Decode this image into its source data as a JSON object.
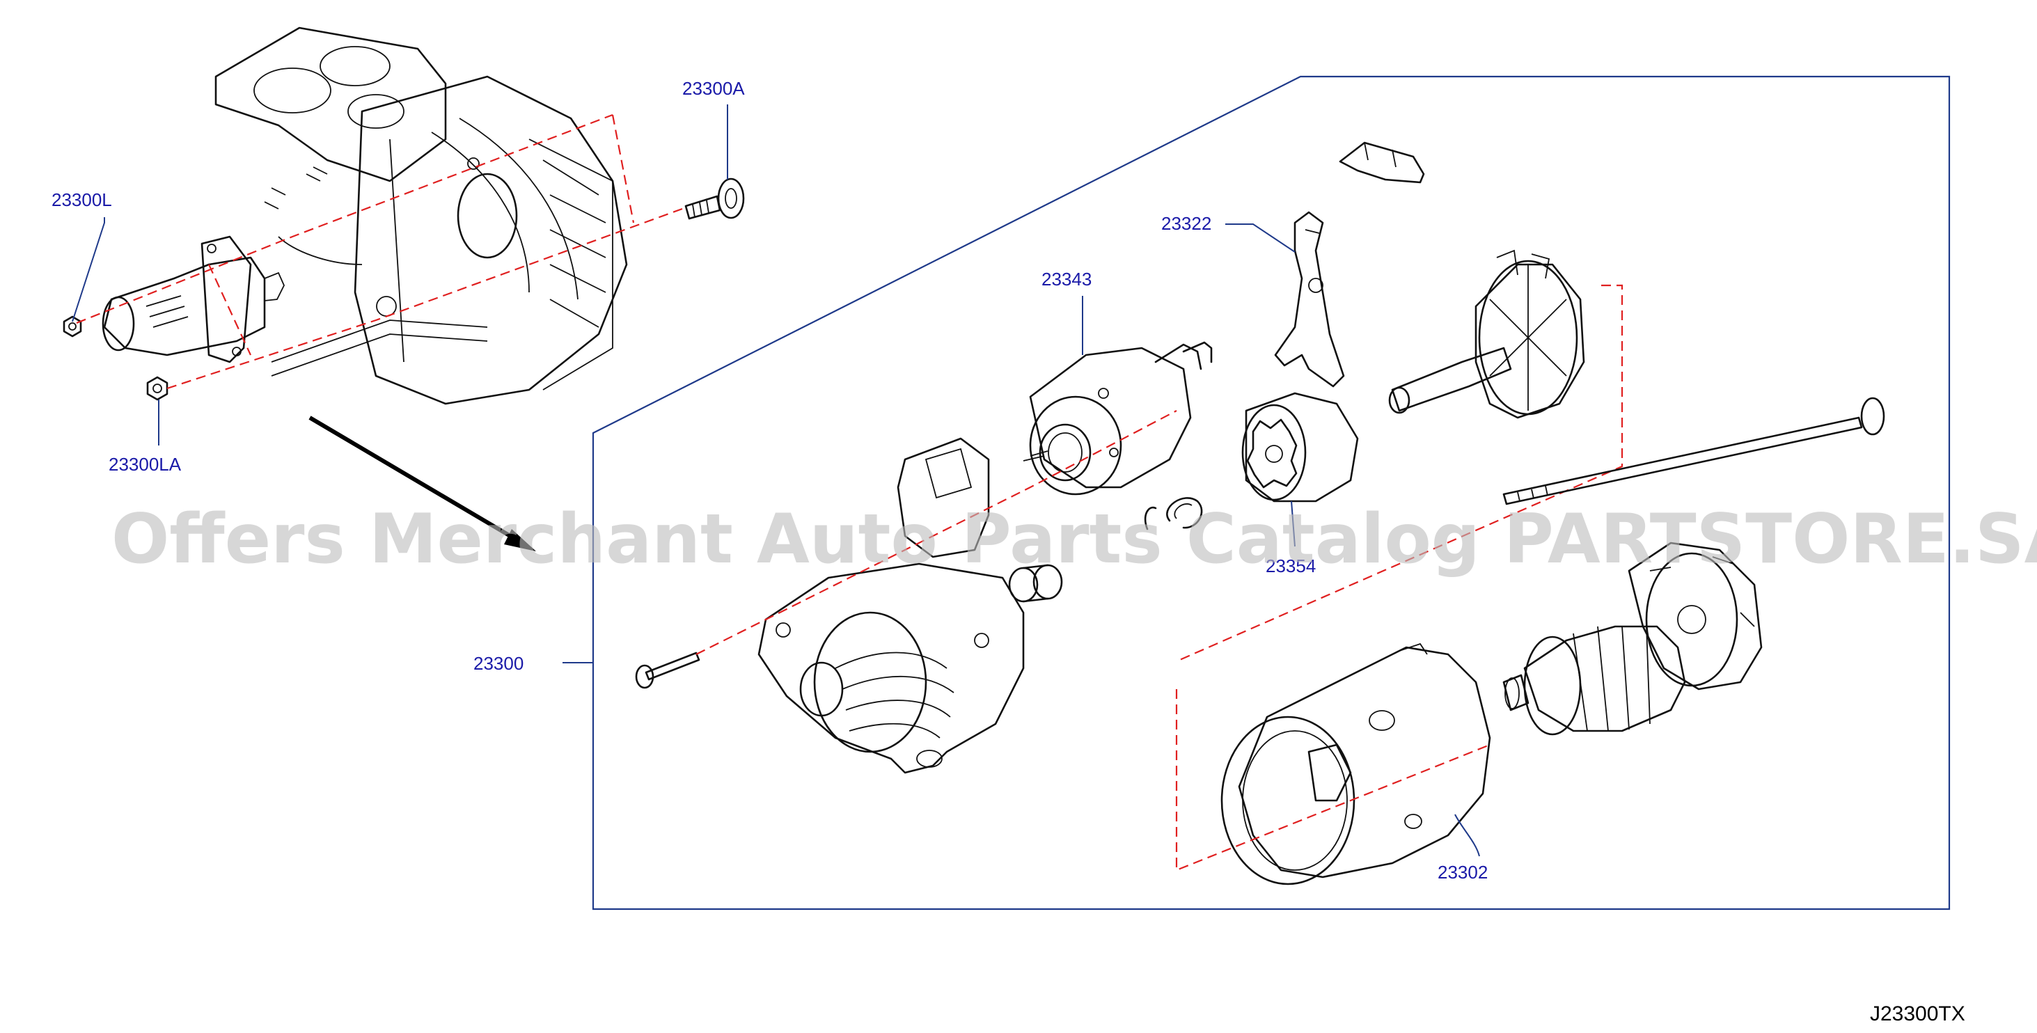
{
  "callouts": {
    "c23300A": "23300A",
    "c23300L": "23300L",
    "c23300LA": "23300LA",
    "c23322": "23322",
    "c23343": "23343",
    "c23354": "23354",
    "c23300": "23300",
    "c23302": "23302"
  },
  "watermark": "Offers Merchant Auto Parts Catalog PARTSTORE.SA",
  "diagram_code": "J23300TX",
  "colors": {
    "callout_text": "#1a1aa8",
    "frame_line": "#1f3a8a",
    "exploded_dash": "#e02020",
    "linework": "#111111"
  }
}
